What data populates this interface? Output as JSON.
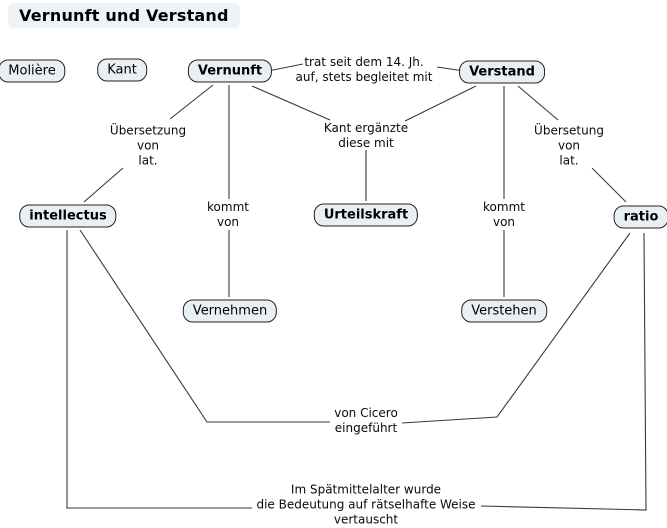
{
  "title": "Vernunft und Verstand",
  "nodes": {
    "moliere": {
      "label": "Molière"
    },
    "kant": {
      "label": "Kant"
    },
    "vernunft": {
      "label": "Vernunft"
    },
    "verstand": {
      "label": "Verstand"
    },
    "intellectus": {
      "label": "intellectus"
    },
    "urteilskraft": {
      "label": "Urteilskraft"
    },
    "ratio": {
      "label": "ratio"
    },
    "vernehmen": {
      "label": "Vernehmen"
    },
    "verstehen": {
      "label": "Verstehen"
    }
  },
  "edge_labels": {
    "trat_seit": "trat seit dem 14. Jh.\nauf, stets begleitet mit",
    "uebersetzung_links": "Übersetzung\nvon\nlat.",
    "kant_ergaenzte": "Kant ergänzte\ndiese mit",
    "uebersetung_rechts": "Übersetung\nvon\nlat.",
    "kommt_von_links": "kommt\nvon",
    "kommt_von_rechts": "kommt\nvon",
    "von_cicero": "von Cicero\neingeführt",
    "spaetmittelalter": "Im Spätmittelalter wurde\ndie Bedeutung auf rätselhafte Weise\nvertauscht"
  },
  "colors": {
    "node_fill": "#e9f0f4",
    "node_border": "#222222",
    "title_bg": "#edf3f6",
    "edge_stroke": "#3a3a3a",
    "background": "#ffffff"
  }
}
